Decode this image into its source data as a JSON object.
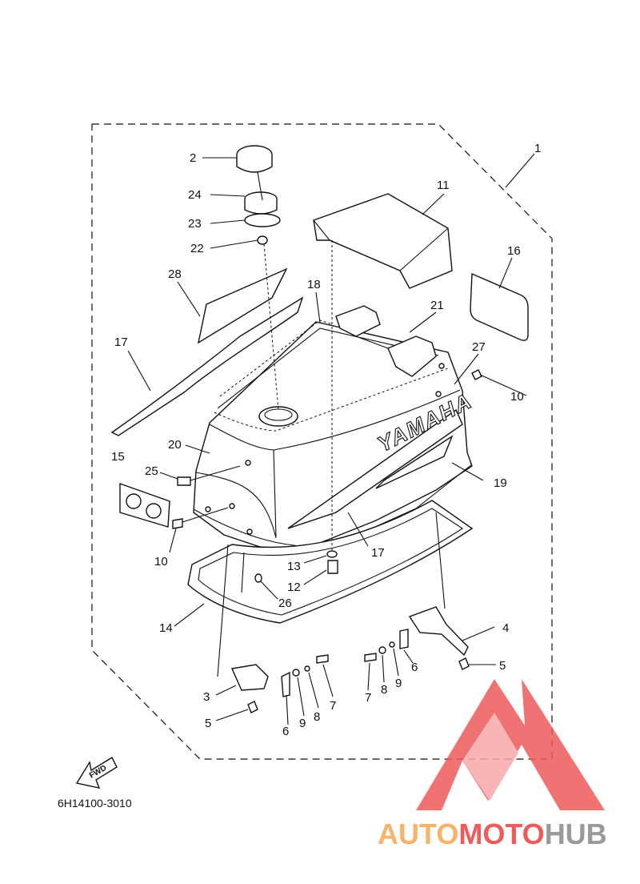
{
  "diagram": {
    "part_number": "6H14100-3010",
    "fwd_label": "FWD",
    "logo_text": "YAMAHA",
    "callouts": {
      "c1": "1",
      "c2": "2",
      "c3": "3",
      "c4": "4",
      "c5a": "5",
      "c5b": "5",
      "c6a": "6",
      "c6b": "6",
      "c7a": "7",
      "c7b": "7",
      "c8a": "8",
      "c8b": "8",
      "c9a": "9",
      "c9b": "9",
      "c10a": "10",
      "c10b": "10",
      "c11": "11",
      "c12": "12",
      "c13": "13",
      "c14": "14",
      "c15": "15",
      "c16": "16",
      "c17a": "17",
      "c17b": "17",
      "c18": "18",
      "c19": "19",
      "c20": "20",
      "c21": "21",
      "c22": "22",
      "c23": "23",
      "c24": "24",
      "c25": "25",
      "c26": "26",
      "c27": "27",
      "c28": "28"
    }
  },
  "watermark": {
    "part1": "AUTO",
    "part2": "MOTO",
    "part3": "HUB",
    "color_light": "#f7b36a",
    "color_red": "#ef5a5a",
    "color_gray": "#9a9a9a"
  }
}
